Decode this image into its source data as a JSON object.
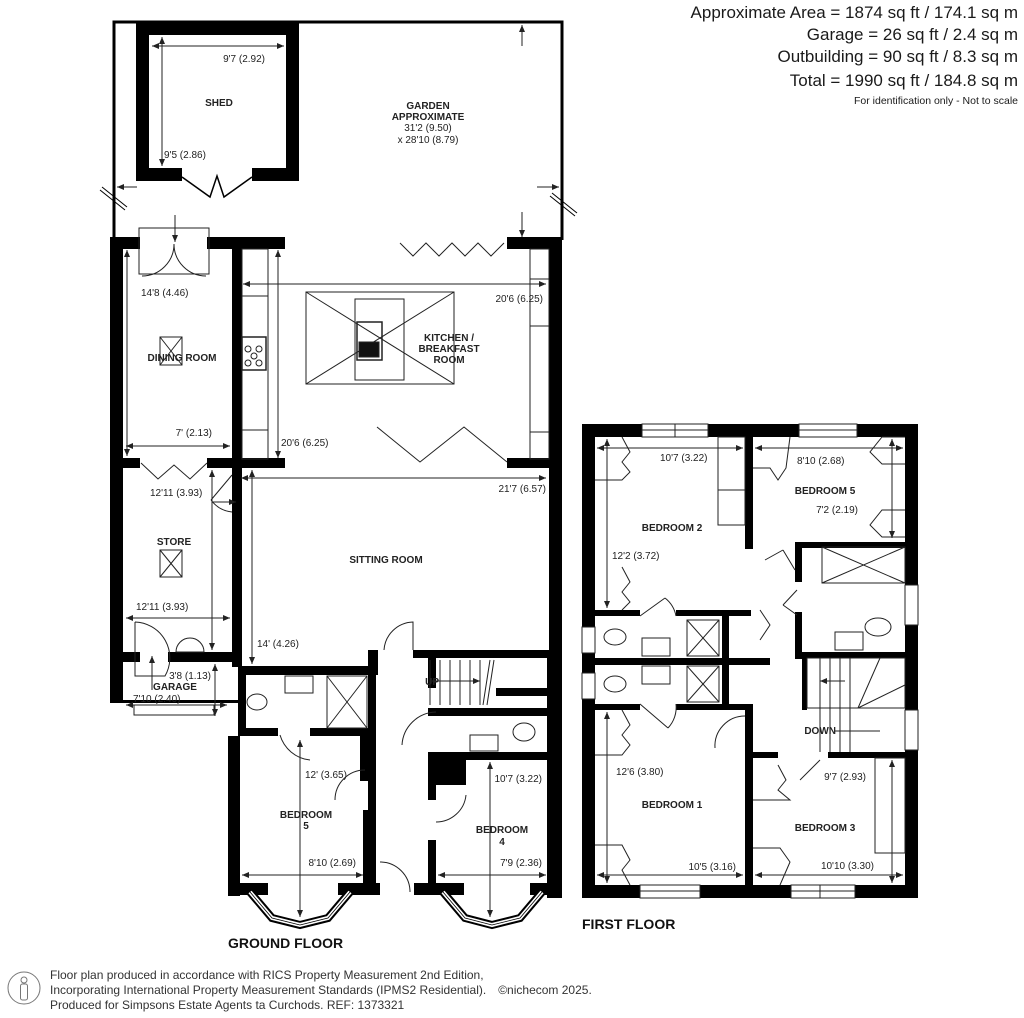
{
  "areas": {
    "approximate": "Approximate Area = 1874 sq ft / 174.1 sq m",
    "garage": "Garage = 26 sq ft / 2.4 sq m",
    "outbuilding": "Outbuilding = 90 sq ft / 8.3 sq m",
    "total": "Total = 1990 sq ft / 184.8 sq m",
    "note": "For identification only - Not to scale"
  },
  "ground_floor": {
    "title": "GROUND FLOOR",
    "rooms": {
      "shed": {
        "name": "SHED",
        "dim_w": "9'7 (2.92)",
        "dim_h": "9'5 (2.86)"
      },
      "garden": {
        "name1": "GARDEN",
        "name2": "APPROXIMATE",
        "dim1": "31'2 (9.50)",
        "dim2": "x 28'10 (8.79)"
      },
      "dining": {
        "name": "DINING ROOM",
        "dim_h": "14'8 (4.46)",
        "dim_w": "7' (2.13)"
      },
      "kitchen": {
        "name1": "KITCHEN /",
        "name2": "BREAKFAST",
        "name3": "ROOM",
        "dim_w": "20'6 (6.25)",
        "dim_h": "20'6 (6.25)"
      },
      "store": {
        "name": "STORE",
        "dim_top": "12'11 (3.93)",
        "dim_bottom": "12'11 (3.93)"
      },
      "sitting": {
        "name": "SITTING ROOM",
        "dim_w": "21'7 (6.57)",
        "dim_h": "14' (4.26)"
      },
      "garage": {
        "name": "GARAGE",
        "dim_h": "3'8 (1.13)",
        "dim_w": "7'10 (2.40)"
      },
      "bedroom5": {
        "name1": "BEDROOM",
        "name2": "5",
        "dim_h": "12' (3.65)",
        "dim_w": "8'10 (2.69)"
      },
      "bedroom4": {
        "name1": "BEDROOM",
        "name2": "4",
        "dim_h": "10'7 (3.22)",
        "dim_w": "7'9 (2.36)"
      },
      "stairs": {
        "label": "UP"
      }
    }
  },
  "first_floor": {
    "title": "FIRST FLOOR",
    "rooms": {
      "bedroom2": {
        "name": "BEDROOM 2",
        "dim_w": "10'7 (3.22)",
        "dim_h": "12'2 (3.72)"
      },
      "bedroom5": {
        "name": "BEDROOM 5",
        "dim_w": "8'10 (2.68)",
        "dim_h": "7'2 (2.19)"
      },
      "bedroom1": {
        "name": "BEDROOM 1",
        "dim_h": "12'6 (3.80)",
        "dim_w": "10'5 (3.16)"
      },
      "bedroom3": {
        "name": "BEDROOM 3",
        "dim_h": "9'7 (2.93)",
        "dim_w": "10'10 (3.30)"
      },
      "stairs": {
        "label": "DOWN"
      }
    }
  },
  "footer": {
    "line1": "Floor plan produced in accordance with RICS Property Measurement 2nd Edition,",
    "line2": "Incorporating International Property Measurement Standards (IPMS2 Residential).",
    "copyright": "©nichecom 2025.",
    "line3": "Produced for Simpsons Estate Agents ta Curchods.   REF: 1373321"
  },
  "colors": {
    "wall": "#000000",
    "line": "#222222",
    "background": "#ffffff"
  }
}
